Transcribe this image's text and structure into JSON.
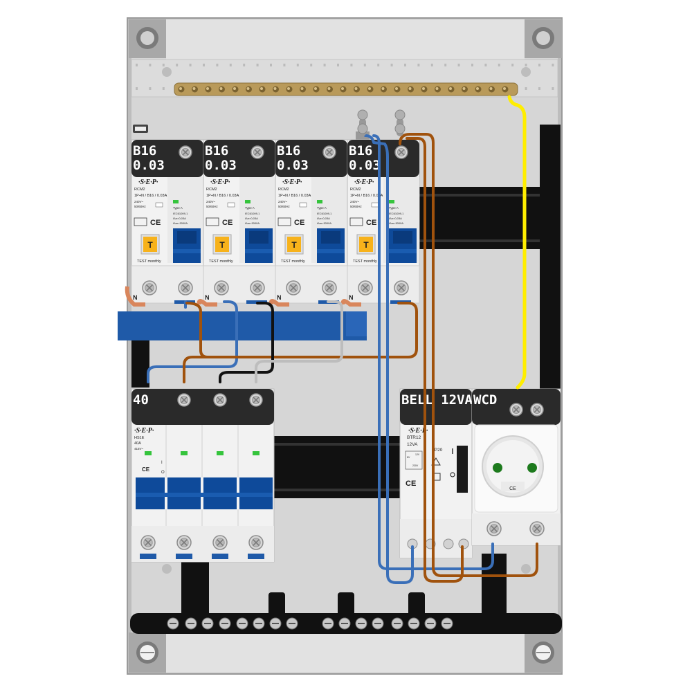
{
  "colors": {
    "enclosure": "#cfcfcf",
    "din_rail": "#111111",
    "busbar": "#b99a5a",
    "neutral_comb": "#1f5aa8",
    "breaker_body": "#f2f2f2",
    "handle_blue": "#0e4a9a",
    "test_button": "#f7b21b",
    "wire_blue": "#3a6fb8",
    "wire_brown": "#a0520d",
    "wire_black": "#111111",
    "wire_grey": "#bdbdbd",
    "wire_yellow": "#ffee00",
    "copper": "#d9865c",
    "led_green": "#35c43c"
  },
  "rcbos": [
    {
      "label_rating": "B16",
      "label_trip": "0.03",
      "brand": "·S·E·P·",
      "model": "RCM2",
      "spec": "1P+N / B16 / 0.03A",
      "voltage": "240V~",
      "frequency": "50/60Hz",
      "type": "Type A",
      "standard": "IEC61009-1",
      "idn": "IΔn=0,03A",
      "inc": "IΔm=3000A",
      "ce": "CE",
      "test_label": "TEST monthly",
      "test_key": "T",
      "neutral_mark": "N"
    },
    {
      "label_rating": "B16",
      "label_trip": "0.03",
      "brand": "·S·E·P·",
      "model": "RCM2",
      "spec": "1P+N / B16 / 0.03A",
      "voltage": "240V~",
      "frequency": "50/60Hz",
      "type": "Type A",
      "standard": "IEC61009-1",
      "idn": "IΔn=0,03A",
      "inc": "IΔm=3000A",
      "ce": "CE",
      "test_label": "TEST monthly",
      "test_key": "T",
      "neutral_mark": "N"
    },
    {
      "label_rating": "B16",
      "label_trip": "0.03",
      "brand": "·S·E·P·",
      "model": "RCM2",
      "spec": "1P+N / B16 / 0.03A",
      "voltage": "240V~",
      "frequency": "50/60Hz",
      "type": "Type A",
      "standard": "IEC61009-1",
      "idn": "IΔn=0,03A",
      "inc": "IΔm=3000A",
      "ce": "CE",
      "test_label": "TEST monthly",
      "test_key": "T",
      "neutral_mark": "N"
    },
    {
      "label_rating": "B16",
      "label_trip": "0.03",
      "brand": "·S·E·P·",
      "model": "RCM2",
      "spec": "1P+N / B16 / 0.03A",
      "voltage": "240V~",
      "frequency": "50/60Hz",
      "type": "Type A",
      "standard": "IEC61009-1",
      "idn": "IΔn=0,03A",
      "inc": "IΔm=3000A",
      "ce": "CE",
      "test_label": "TEST monthly",
      "test_key": "T",
      "neutral_mark": "N"
    }
  ],
  "main_switch": {
    "label": "40",
    "brand": "·S·E·P·",
    "model": "HS1E",
    "rating": "40A",
    "voltage": "415V~",
    "ce": "CE",
    "on_mark": "I",
    "off_mark": "O"
  },
  "bell_transformer": {
    "label": "BELL 12VA",
    "brand": "·S·E·P·",
    "model": "BTR12",
    "rating": "12VA",
    "ip": "IP20",
    "ce": "CE",
    "v8": "8V",
    "v12": "12V",
    "v230": "230V"
  },
  "socket": {
    "label": "WCD",
    "ce": "CE"
  }
}
